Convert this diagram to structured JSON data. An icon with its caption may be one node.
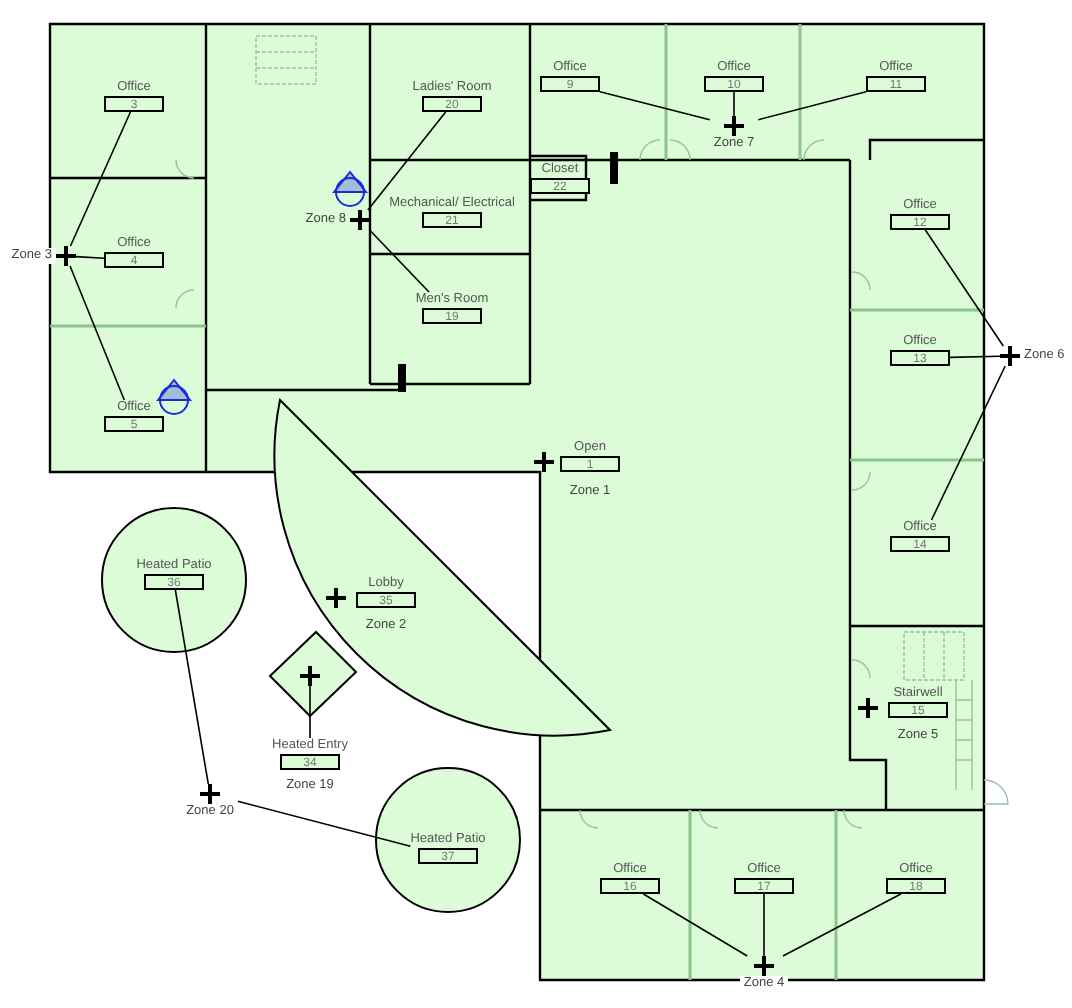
{
  "diagram": {
    "nodes": [
      {
        "text": [
          "Office",
          "3"
        ]
      },
      {
        "text": [
          "Ladies' Room",
          "20"
        ]
      },
      {
        "text": [
          "Office",
          "9"
        ]
      },
      {
        "text": [
          "Office",
          "10"
        ]
      },
      {
        "text": [
          "Office",
          "11"
        ]
      },
      {
        "text": [
          "Zone 7"
        ]
      },
      {
        "text": [
          "Closet",
          "22"
        ]
      },
      {
        "text": [
          "Zone 8"
        ]
      },
      {
        "text": [
          "Mechanical/ Electrical",
          "21"
        ]
      },
      {
        "text": [
          "Office",
          "12"
        ]
      },
      {
        "text": [
          "Zone 3"
        ]
      },
      {
        "text": [
          "Office",
          "4"
        ]
      },
      {
        "text": [
          "Men's Room",
          "19"
        ]
      },
      {
        "text": [
          "Office",
          "13"
        ]
      },
      {
        "text": [
          "Zone 6"
        ]
      },
      {
        "text": [
          "Office",
          "5"
        ]
      },
      {
        "text": [
          "Open",
          "1"
        ]
      },
      {
        "text": [
          "Zone 1"
        ]
      },
      {
        "text": [
          "Office",
          "14"
        ]
      },
      {
        "text": [
          "Heated Patio",
          "36"
        ]
      },
      {
        "text": [
          "Lobby",
          "35"
        ]
      },
      {
        "text": [
          "Zone 2"
        ]
      },
      {
        "text": [
          "Heated Entry",
          "34"
        ]
      },
      {
        "text": [
          "Zone 19"
        ]
      },
      {
        "text": [
          "Stairwell",
          "15"
        ]
      },
      {
        "text": [
          "Zone 5"
        ]
      },
      {
        "text": [
          "Zone 20"
        ]
      },
      {
        "text": [
          "Heated Patio",
          "37"
        ]
      },
      {
        "text": [
          "Office",
          "16"
        ]
      },
      {
        "text": [
          "Office",
          "17"
        ]
      },
      {
        "text": [
          "Office",
          "18"
        ]
      },
      {
        "text": [
          "Zone 4"
        ]
      }
    ],
    "edges": [
      {
        "from": 5,
        "to": 2,
        "arrow": "none"
      },
      {
        "from": 5,
        "to": 3,
        "arrow": "none"
      },
      {
        "from": 5,
        "to": 4,
        "arrow": "none"
      },
      {
        "from": 7,
        "to": 1,
        "arrow": "none"
      },
      {
        "from": 7,
        "to": 12,
        "arrow": "none"
      },
      {
        "from": 10,
        "to": 0,
        "arrow": "none"
      },
      {
        "from": 10,
        "to": 11,
        "arrow": "none"
      },
      {
        "from": 10,
        "to": 15,
        "arrow": "none"
      },
      {
        "from": 14,
        "to": 9,
        "arrow": "none"
      },
      {
        "from": 14,
        "to": 13,
        "arrow": "none"
      },
      {
        "from": 14,
        "to": 18,
        "arrow": "none"
      },
      {
        "from": null,
        "to": 22,
        "arrow": "none"
      },
      {
        "from": 26,
        "to": 19,
        "arrow": "none"
      },
      {
        "from": 26,
        "to": 27,
        "arrow": "none"
      },
      {
        "from": 31,
        "to": 28,
        "arrow": "none"
      },
      {
        "from": 31,
        "to": 29,
        "arrow": "none"
      },
      {
        "from": 31,
        "to": 30,
        "arrow": "none"
      }
    ]
  }
}
